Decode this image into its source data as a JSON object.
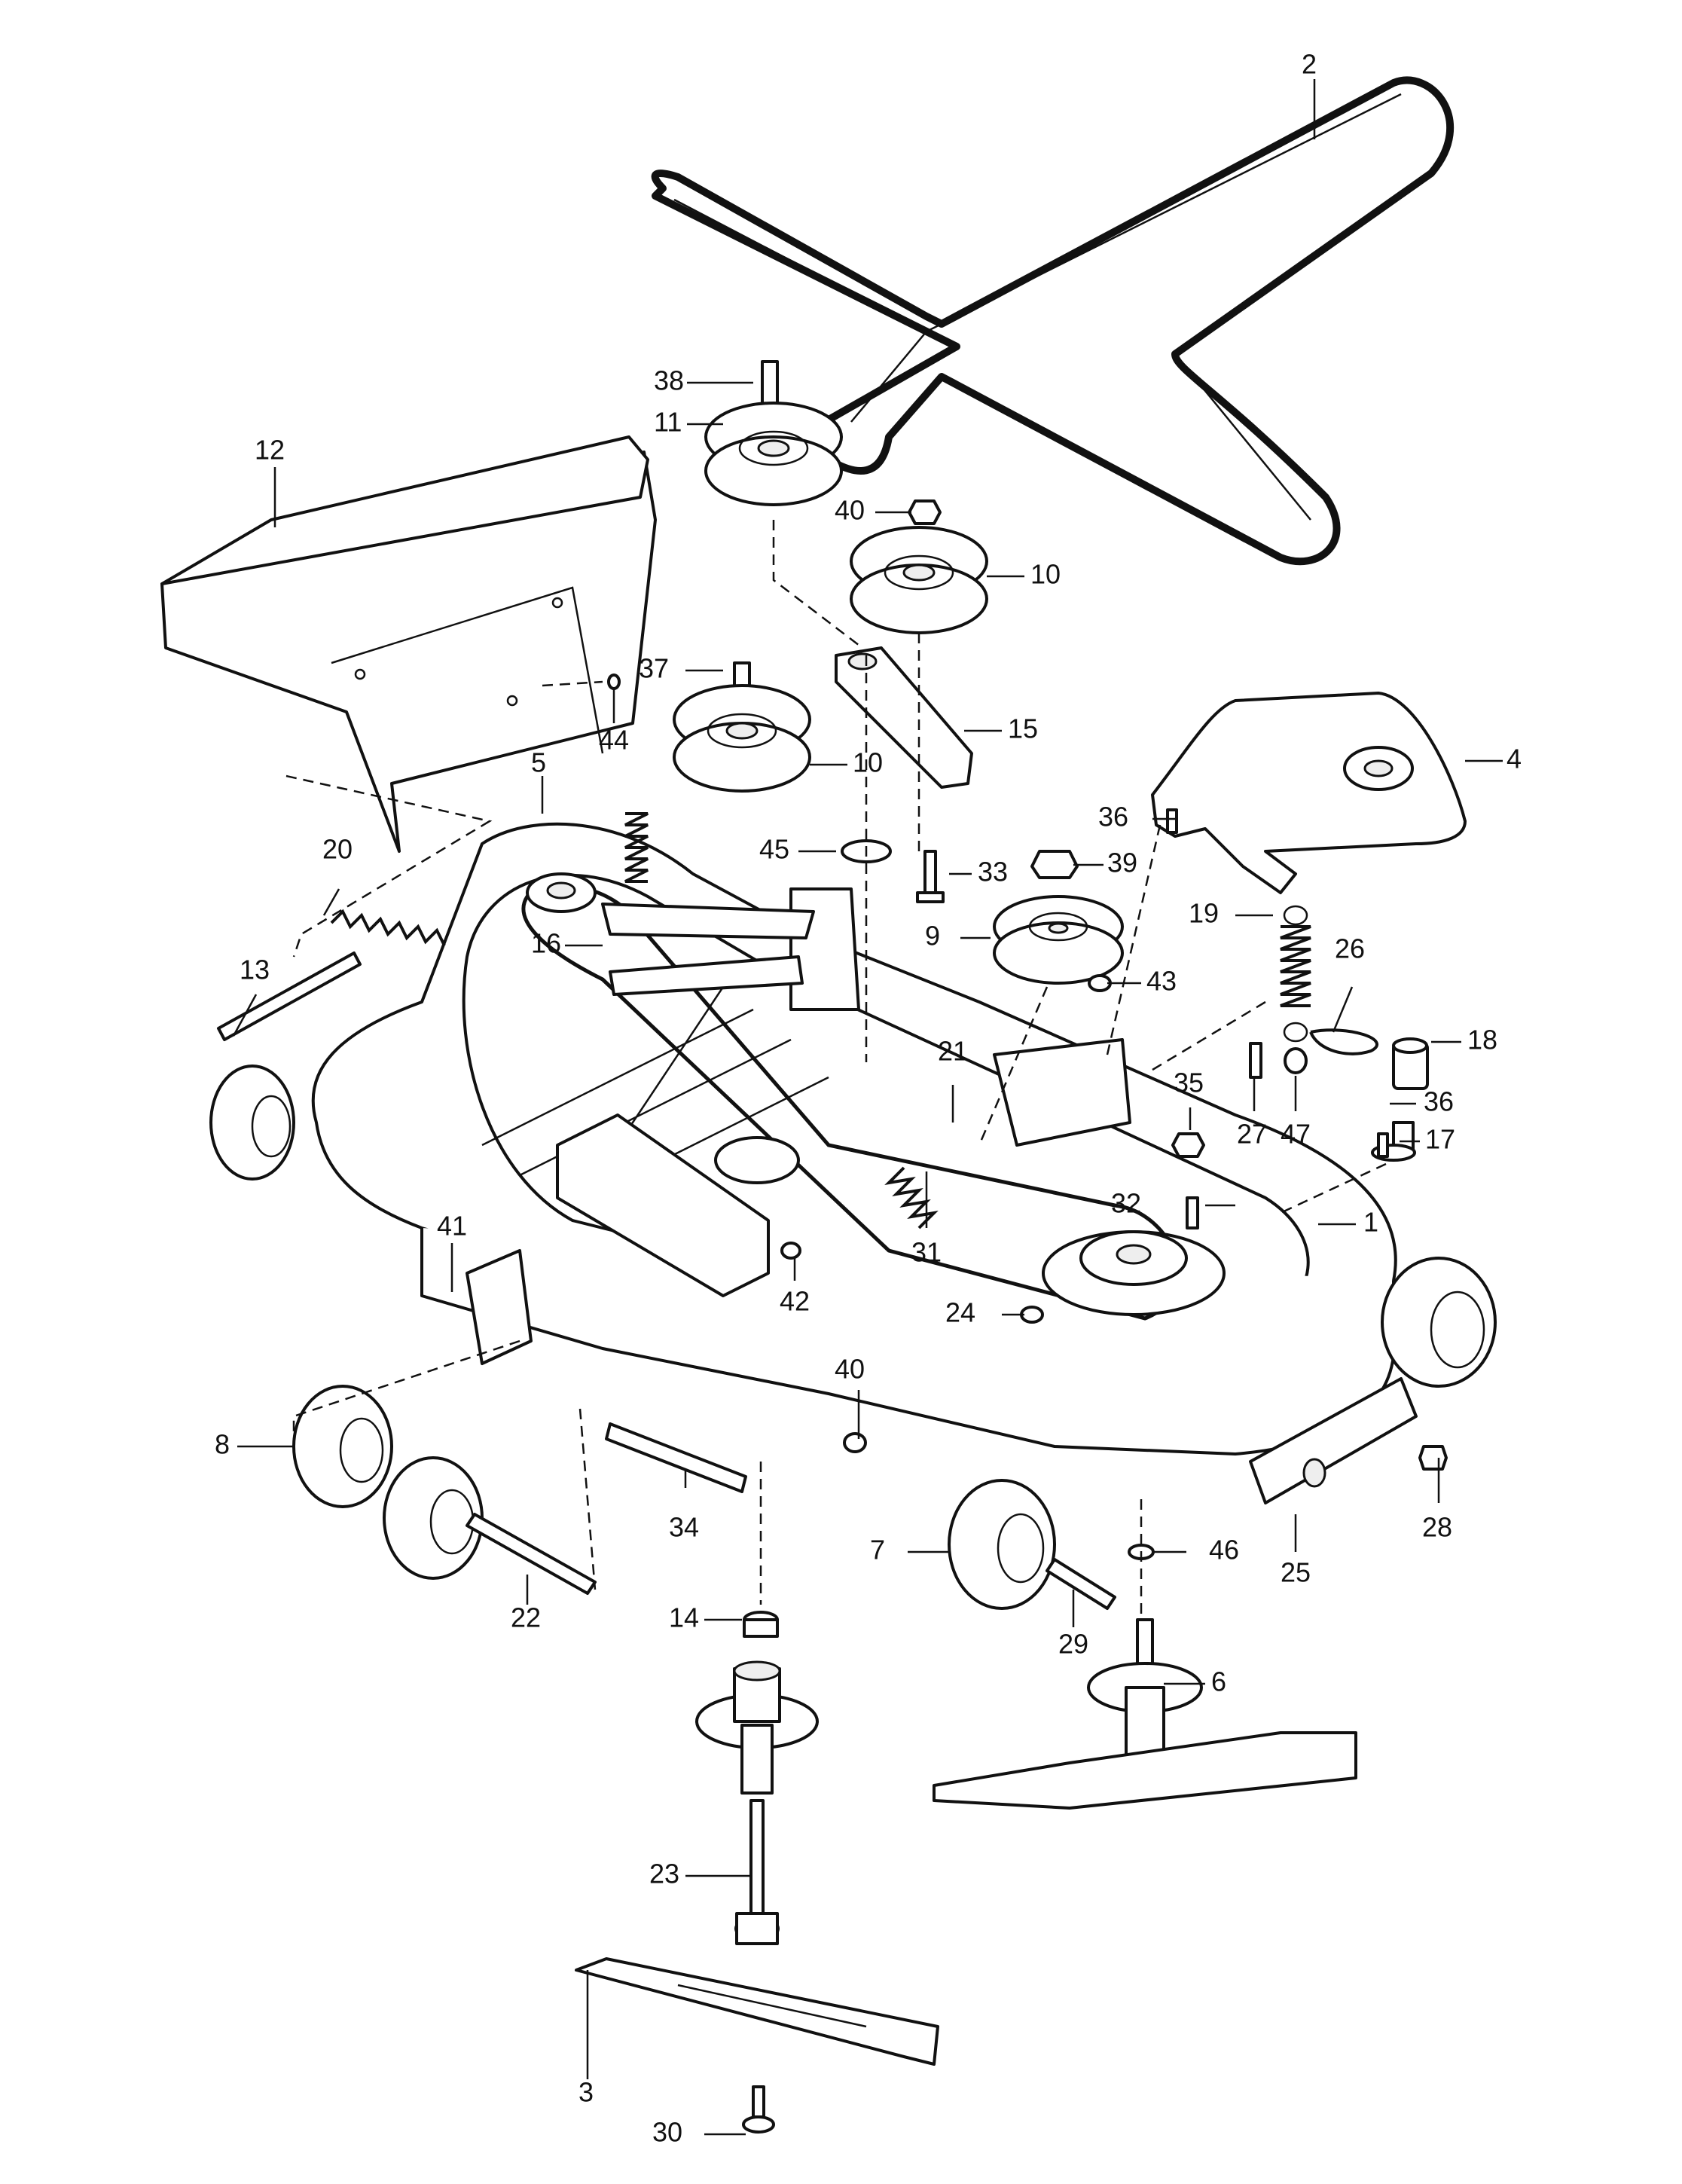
{
  "callouts": [
    {
      "id": "c1",
      "text": "1"
    },
    {
      "id": "c2",
      "text": "2"
    },
    {
      "id": "c3",
      "text": "3"
    },
    {
      "id": "c4",
      "text": "4"
    },
    {
      "id": "c5",
      "text": "5"
    },
    {
      "id": "c6",
      "text": "6"
    },
    {
      "id": "c7",
      "text": "7"
    },
    {
      "id": "c8",
      "text": "8"
    },
    {
      "id": "c9",
      "text": "9"
    },
    {
      "id": "c10a",
      "text": "10"
    },
    {
      "id": "c10b",
      "text": "10"
    },
    {
      "id": "c11",
      "text": "11"
    },
    {
      "id": "c12",
      "text": "12"
    },
    {
      "id": "c13",
      "text": "13"
    },
    {
      "id": "c14",
      "text": "14"
    },
    {
      "id": "c15",
      "text": "15"
    },
    {
      "id": "c16",
      "text": "16"
    },
    {
      "id": "c17",
      "text": "17"
    },
    {
      "id": "c18",
      "text": "18"
    },
    {
      "id": "c19",
      "text": "19"
    },
    {
      "id": "c20",
      "text": "20"
    },
    {
      "id": "c21",
      "text": "21"
    },
    {
      "id": "c22",
      "text": "22"
    },
    {
      "id": "c23",
      "text": "23"
    },
    {
      "id": "c24",
      "text": "24"
    },
    {
      "id": "c25",
      "text": "25"
    },
    {
      "id": "c26",
      "text": "26"
    },
    {
      "id": "c27",
      "text": "27"
    },
    {
      "id": "c28",
      "text": "28"
    },
    {
      "id": "c29",
      "text": "29"
    },
    {
      "id": "c30",
      "text": "30"
    },
    {
      "id": "c31",
      "text": "31"
    },
    {
      "id": "c32",
      "text": "32"
    },
    {
      "id": "c33",
      "text": "33"
    },
    {
      "id": "c34",
      "text": "34"
    },
    {
      "id": "c35",
      "text": "35"
    },
    {
      "id": "c36a",
      "text": "36"
    },
    {
      "id": "c36b",
      "text": "36"
    },
    {
      "id": "c37",
      "text": "37"
    },
    {
      "id": "c38",
      "text": "38"
    },
    {
      "id": "c39",
      "text": "39"
    },
    {
      "id": "c40a",
      "text": "40"
    },
    {
      "id": "c40b",
      "text": "40"
    },
    {
      "id": "c41",
      "text": "41"
    },
    {
      "id": "c42",
      "text": "42"
    },
    {
      "id": "c43",
      "text": "43"
    },
    {
      "id": "c44",
      "text": "44"
    },
    {
      "id": "c45",
      "text": "45"
    },
    {
      "id": "c46",
      "text": "46"
    },
    {
      "id": "c47",
      "text": "47"
    }
  ]
}
